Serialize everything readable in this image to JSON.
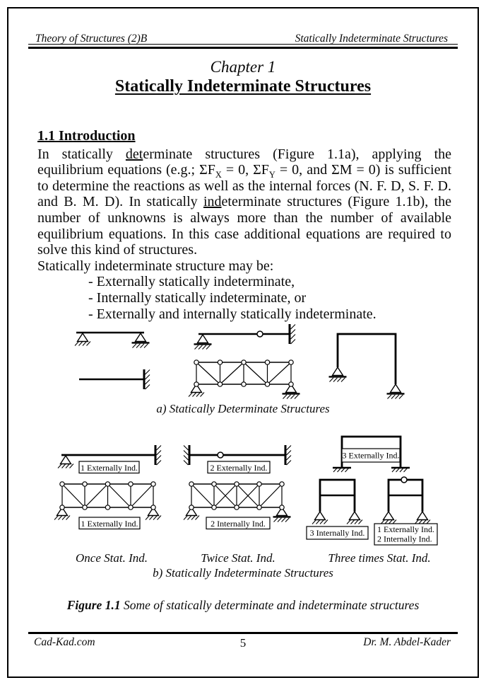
{
  "page": {
    "header": {
      "left": "Theory of Structures (2)B",
      "right": "Statically Indeterminate Structures"
    },
    "chapter": "Chapter 1",
    "title": "Statically Indeterminate Structures",
    "intro": {
      "heading": "1.1 Introduction",
      "segments": [
        {
          "t": "In statically "
        },
        {
          "t": "det",
          "u": true
        },
        {
          "t": "erminate structures (Figure 1.1a), applying the equilibrium equations (e.g.; "
        },
        {
          "t": "ΣF"
        },
        {
          "t": "X",
          "sub": true
        },
        {
          "t": " = 0, "
        },
        {
          "t": "ΣF"
        },
        {
          "t": "Y",
          "sub": true
        },
        {
          "t": " = 0, and ΣM = 0) is sufficient to determine the reactions as well as the internal forces (N. F. D, S. F. D. and B. M. D).  In statically "
        },
        {
          "t": "ind",
          "u": true
        },
        {
          "t": "eterminate structures (Figure 1.1b), the number of unknowns is always more than the number of available equilibrium equations. In this case additional equations are required to solve this kind of structures."
        }
      ],
      "may_be_line": "Statically indeterminate structure may be:",
      "bullets": [
        "- Externally statically indeterminate,",
        "- Internally statically indeterminate, or",
        "- Externally and internally statically indeterminate."
      ]
    },
    "figure": {
      "caption_a": "a) Statically Determinate Structures",
      "caption_b": "b) Statically Indeterminate Structures",
      "labels": {
        "beam1": "1 Externally Ind.",
        "truss1": "1 Externally Ind.",
        "beam2": "2 Externally Ind.",
        "truss2": "2 Internally Ind.",
        "frame3e": "3 Externally Ind.",
        "frame3i": "3 Internally Ind.",
        "frame12_line1": "1 Externally Ind.",
        "frame12_line2": "2  Internally Ind."
      },
      "subcaptions": [
        "Once Stat. Ind.",
        "Twice Stat. Ind.",
        "Three times Stat. Ind."
      ],
      "main_caption": {
        "label": "Figure 1.1",
        "text": " Some of statically determinate and indeterminate structures"
      }
    },
    "footer": {
      "left": "Cad-Kad.com",
      "page_number": "5",
      "right": "Dr. M. Abdel-Kader"
    }
  }
}
